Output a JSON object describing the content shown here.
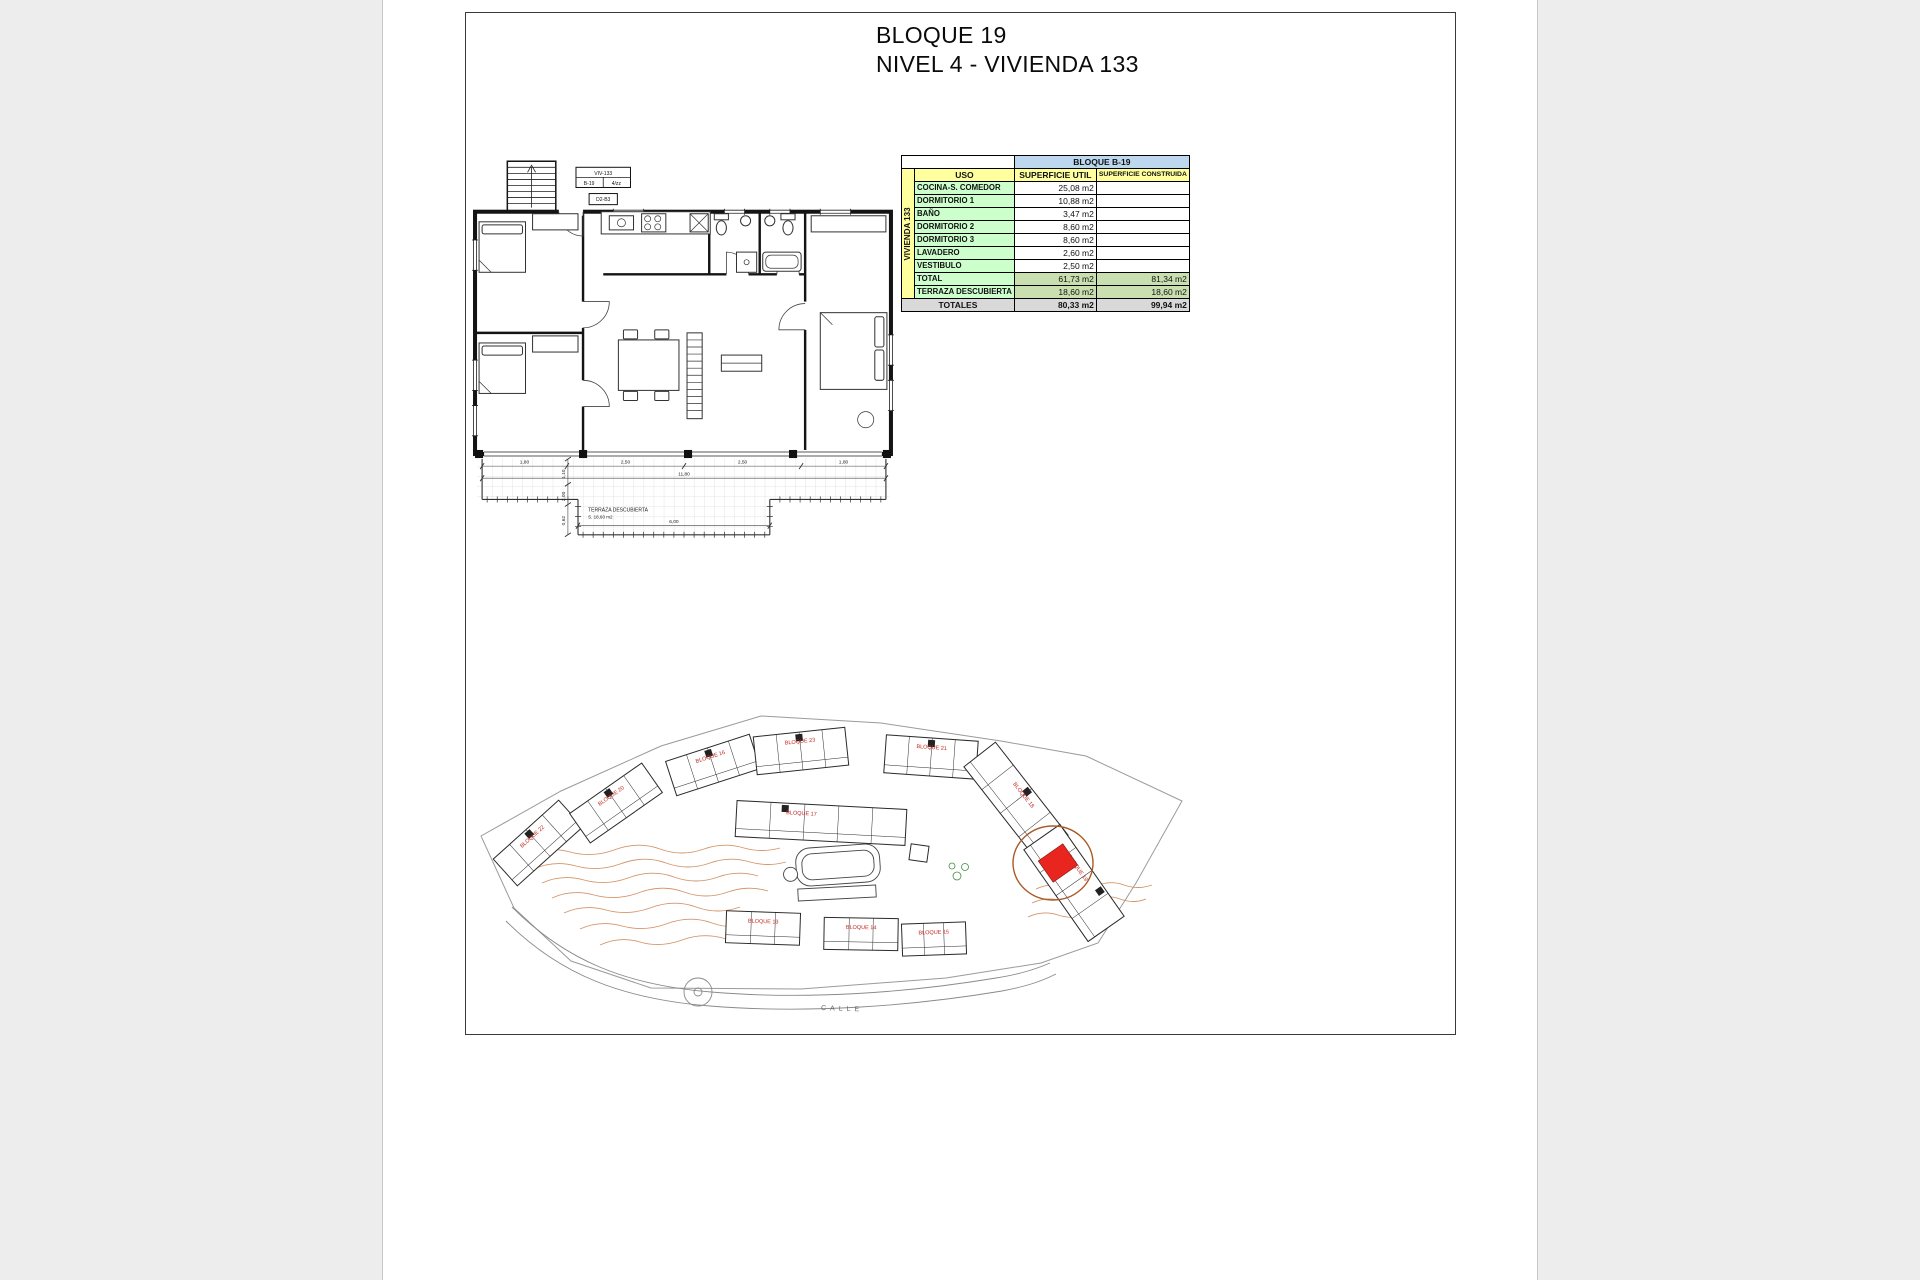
{
  "title": {
    "line1": "BLOQUE 19",
    "line2": "NIVEL 4 - VIVIENDA 133"
  },
  "area_table": {
    "block_header": "BLOQUE B-19",
    "vertical_label": "VIVIENDA 133",
    "col_uso": "USO",
    "col_util": "SUPERFICIE UTIL",
    "col_construida": "SUPERFICIE CONSTRUIDA",
    "rows": [
      {
        "uso": "COCINA-S. COMEDOR",
        "util": "25,08 m2",
        "construida": ""
      },
      {
        "uso": "DORMITORIO 1",
        "util": "10,88 m2",
        "construida": ""
      },
      {
        "uso": "BAÑO",
        "util": "3,47 m2",
        "construida": ""
      },
      {
        "uso": "DORMITORIO 2",
        "util": "8,60 m2",
        "construida": ""
      },
      {
        "uso": "DORMITORIO 3",
        "util": "8,60 m2",
        "construida": ""
      },
      {
        "uso": "LAVADERO",
        "util": "2,60 m2",
        "construida": ""
      },
      {
        "uso": "VESTIBULO",
        "util": "2,50 m2",
        "construida": ""
      }
    ],
    "total": {
      "label": "TOTAL",
      "util": "61,73 m2",
      "construida": "81,34 m2"
    },
    "terraza": {
      "label": "TERRAZA DESCUBIERTA",
      "util": "18,60 m2",
      "construida": "18,60 m2"
    },
    "totales": {
      "label": "TOTALES",
      "util": "80,33 m2",
      "construida": "99,94 m2"
    }
  },
  "floorplan": {
    "stamp": {
      "ref": "VIV-133",
      "block": "B-19",
      "unit": "4/zz",
      "code": "D2-B3"
    },
    "terrace": {
      "label": "TERRAZA DESCUBIERTA",
      "area": "S. 18,60 m2"
    },
    "dims": {
      "d1": "1,80",
      "d2": "2,50",
      "d3": "2,50",
      "d4": "1,80",
      "total_width": "11,80",
      "v1": "1,10",
      "v2": "2,00",
      "v3": "0,62",
      "bottom": "6,00"
    }
  },
  "siteplan": {
    "blocks": [
      "BLOQUE 22",
      "BLOQUE 20",
      "BLOQUE 16",
      "BLOQUE 23",
      "BLOQUE 21",
      "BLOQUE 17",
      "BLOQUE 18",
      "BLOQUE 19",
      "BLOQUE 13",
      "BLOQUE 14",
      "BLOQUE 15"
    ],
    "street": "CALLE"
  },
  "colors": {
    "highlight_red": "#e8261f",
    "highlight_circle": "#aa5a26",
    "contour_orange": "#cf8757",
    "block_label_red": "#c2271f",
    "table_yellow": "#ffff9e",
    "table_green": "#ccffcc",
    "table_green_dark": "#c9dfb0",
    "table_blue": "#bdd7ee",
    "table_gray": "#d9d9d9"
  }
}
